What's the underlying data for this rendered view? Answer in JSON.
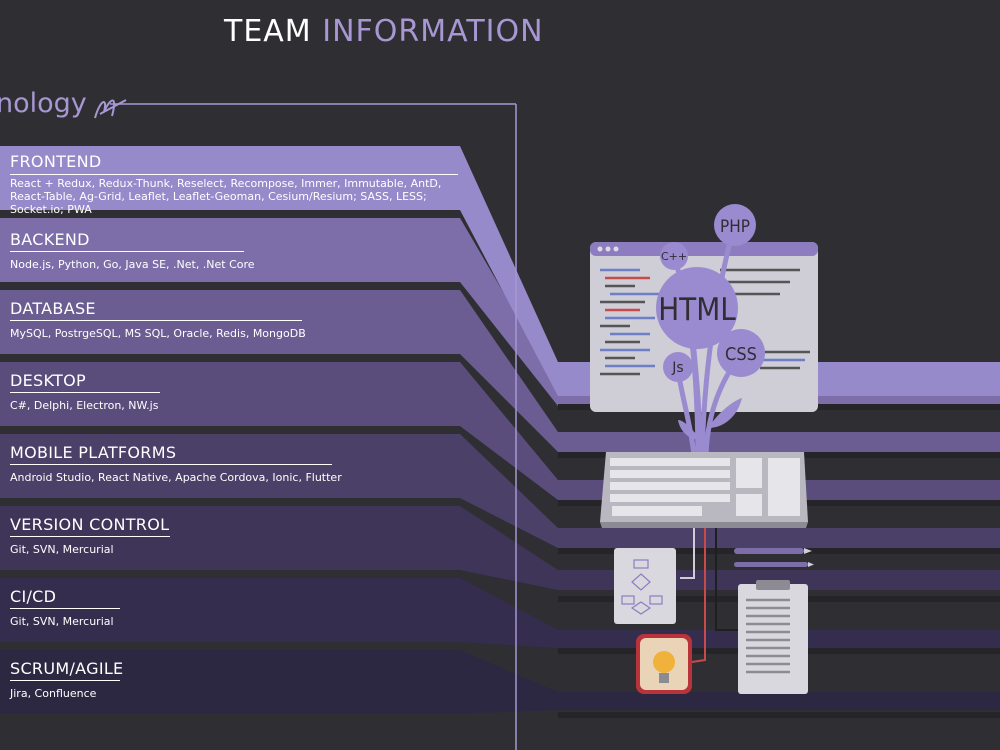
{
  "title": {
    "main": "TEAM",
    "accent": "INFORMATION"
  },
  "section_label": "nology",
  "categories": [
    {
      "title": "FRONTEND",
      "desc": "React + Redux, Redux-Thunk, Reselect, Recompose, Immer, Immutable, AntD, React-Table, Ag-Grid, Leaflet, Leaflet-Geoman, Cesium/Resium; SASS, LESS; Socket.io; PWA"
    },
    {
      "title": "BACKEND",
      "desc": "Node.js, Python, Go, Java SE, .Net, .Net Core"
    },
    {
      "title": "DATABASE",
      "desc": "MySQL, PostrgeSQL, MS SQL, Oracle, Redis, MongoDB"
    },
    {
      "title": "DESKTOP",
      "desc": "C#, Delphi, Electron, NW.js"
    },
    {
      "title": "MOBILE PLATFORMS",
      "desc": "Android Studio, React Native, Apache Cordova, Ionic, Flutter"
    },
    {
      "title": "VERSION CONTROL",
      "desc": "Git, SVN, Mercurial"
    },
    {
      "title": "CI/CD",
      "desc": "Git, SVN, Mercurial"
    },
    {
      "title": "SCRUM/AGILE",
      "desc": "Jira, Confluence"
    }
  ],
  "illustration": {
    "bubbles": {
      "php": "PHP",
      "cpp": "C++",
      "html": "HTML",
      "css": "CSS",
      "js": "Js"
    }
  },
  "colors": {
    "background": "#2f2e33",
    "accent": "#a797d3",
    "band_colors": [
      "#9c8bd0",
      "#8a7bbd",
      "#7765a8",
      "#645593",
      "#54487c",
      "#473c67",
      "#3b3356",
      "#322c48"
    ]
  }
}
